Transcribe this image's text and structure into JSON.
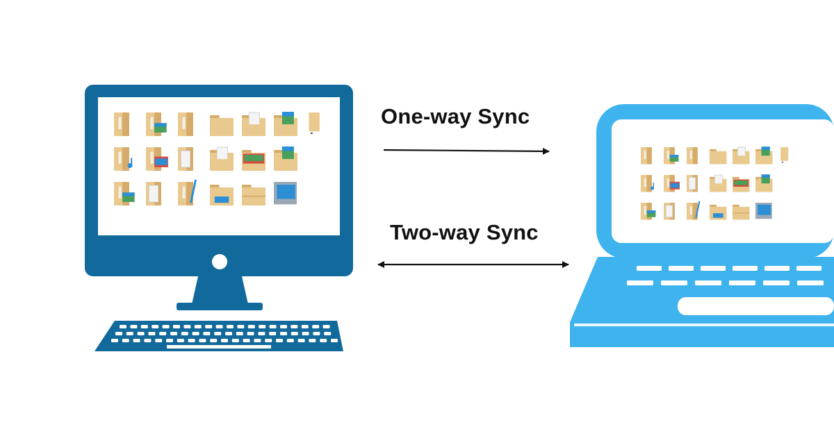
{
  "labels": {
    "one_way": "One-way Sync",
    "two_way": "Two-way Sync"
  },
  "devices": {
    "desktop": {
      "icon": "desktop-computer-icon",
      "color": "#12699b"
    },
    "laptop": {
      "icon": "laptop-icon",
      "color": "#3fb3ee"
    }
  },
  "arrows": {
    "one_way": {
      "icon": "right-arrow-icon",
      "direction": "left-to-right"
    },
    "two_way": {
      "icon": "double-arrow-icon",
      "direction": "both"
    }
  },
  "files": {
    "rows": [
      [
        "tall-folder",
        "tall-folder-image",
        "tall-folder",
        "folder",
        "folder-doc",
        "folder-image",
        "paper-small"
      ],
      [
        "tall-folder-music",
        "tall-folder-film",
        "tall-folder-doc",
        "folder-doc",
        "folder-film",
        "folder-image"
      ],
      [
        "tall-folder-image",
        "tall-folder-doc",
        "tall-folder-pen",
        "folder-open",
        "folder-plain",
        "window-screen"
      ]
    ],
    "colors": {
      "folder": "#eac98f",
      "folder_dark": "#d5ac6b",
      "paper": "#f4f4f4",
      "accent_blue": "#2c8fd6",
      "accent_green": "#4aa05a",
      "accent_red": "#d84b3f"
    }
  }
}
